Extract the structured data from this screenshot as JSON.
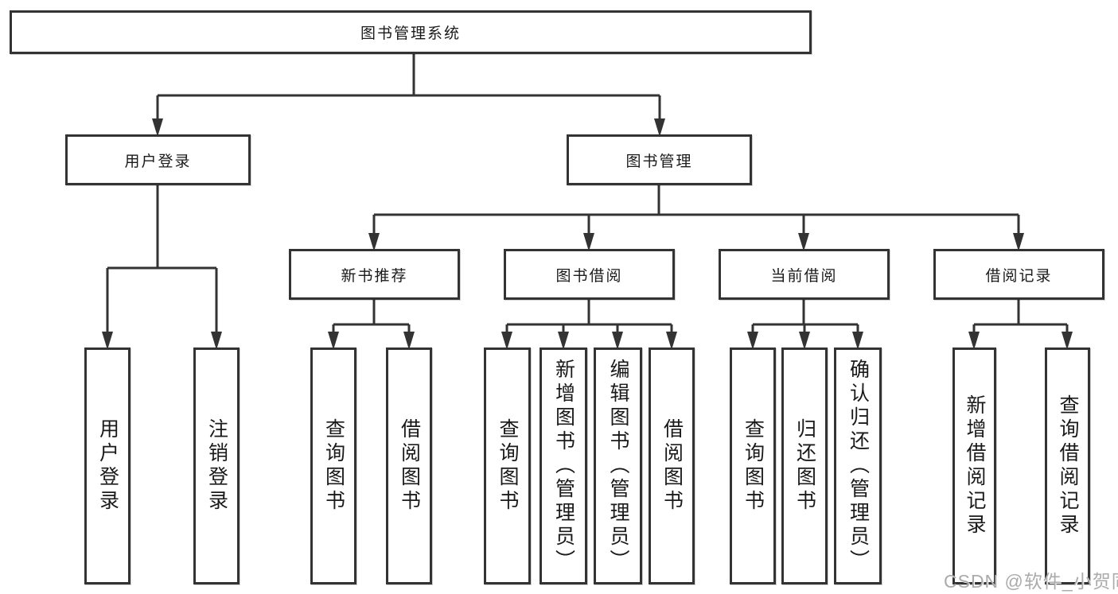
{
  "tree": {
    "label": "图书管理系统",
    "children": [
      {
        "label": "用户登录",
        "children": [
          {
            "label": "用户登录"
          },
          {
            "label": "注销登录"
          }
        ]
      },
      {
        "label": "图书管理",
        "children": [
          {
            "label": "新书推荐",
            "children": [
              {
                "label": "查询图书"
              },
              {
                "label": "借阅图书"
              }
            ]
          },
          {
            "label": "图书借阅",
            "children": [
              {
                "label": "查询图书"
              },
              {
                "label": "新增图书（管理员）"
              },
              {
                "label": "编辑图书（管理员）"
              },
              {
                "label": "借阅图书"
              }
            ]
          },
          {
            "label": "当前借阅",
            "children": [
              {
                "label": "查询图书"
              },
              {
                "label": "归还图书"
              },
              {
                "label": "确认归还（管理员）"
              }
            ]
          },
          {
            "label": "借阅记录",
            "children": [
              {
                "label": "新增借阅记录"
              },
              {
                "label": "查询借阅记录"
              }
            ]
          }
        ]
      }
    ]
  },
  "watermark": "CSDN @软件_小贺同学",
  "colors": {
    "line": "#333333",
    "text": "#1a1a1a",
    "watermark": "#ababab",
    "background": "#ffffff"
  }
}
